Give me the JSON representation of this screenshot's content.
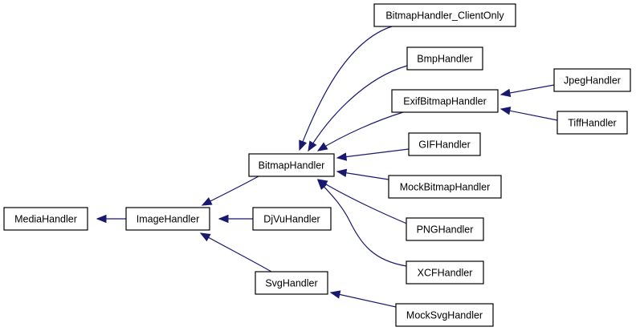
{
  "diagram": {
    "type": "inheritance-graph",
    "colors": {
      "edge": "#191970",
      "node_border": "#000000",
      "node_fill": "#ffffff"
    },
    "nodes": [
      {
        "id": "MediaHandler",
        "label": "MediaHandler"
      },
      {
        "id": "ImageHandler",
        "label": "ImageHandler"
      },
      {
        "id": "BitmapHandler",
        "label": "BitmapHandler"
      },
      {
        "id": "DjVuHandler",
        "label": "DjVuHandler"
      },
      {
        "id": "SvgHandler",
        "label": "SvgHandler"
      },
      {
        "id": "BitmapHandler_ClientOnly",
        "label": "BitmapHandler_ClientOnly"
      },
      {
        "id": "BmpHandler",
        "label": "BmpHandler"
      },
      {
        "id": "ExifBitmapHandler",
        "label": "ExifBitmapHandler"
      },
      {
        "id": "GIFHandler",
        "label": "GIFHandler"
      },
      {
        "id": "MockBitmapHandler",
        "label": "MockBitmapHandler"
      },
      {
        "id": "PNGHandler",
        "label": "PNGHandler"
      },
      {
        "id": "XCFHandler",
        "label": "XCFHandler"
      },
      {
        "id": "MockSvgHandler",
        "label": "MockSvgHandler"
      },
      {
        "id": "JpegHandler",
        "label": "JpegHandler"
      },
      {
        "id": "TiffHandler",
        "label": "TiffHandler"
      }
    ],
    "edges": [
      {
        "from": "ImageHandler",
        "to": "MediaHandler"
      },
      {
        "from": "BitmapHandler",
        "to": "ImageHandler"
      },
      {
        "from": "DjVuHandler",
        "to": "ImageHandler"
      },
      {
        "from": "SvgHandler",
        "to": "ImageHandler"
      },
      {
        "from": "BitmapHandler_ClientOnly",
        "to": "BitmapHandler"
      },
      {
        "from": "BmpHandler",
        "to": "BitmapHandler"
      },
      {
        "from": "ExifBitmapHandler",
        "to": "BitmapHandler"
      },
      {
        "from": "GIFHandler",
        "to": "BitmapHandler"
      },
      {
        "from": "MockBitmapHandler",
        "to": "BitmapHandler"
      },
      {
        "from": "PNGHandler",
        "to": "BitmapHandler"
      },
      {
        "from": "XCFHandler",
        "to": "BitmapHandler"
      },
      {
        "from": "JpegHandler",
        "to": "ExifBitmapHandler"
      },
      {
        "from": "TiffHandler",
        "to": "ExifBitmapHandler"
      },
      {
        "from": "MockSvgHandler",
        "to": "SvgHandler"
      }
    ]
  }
}
